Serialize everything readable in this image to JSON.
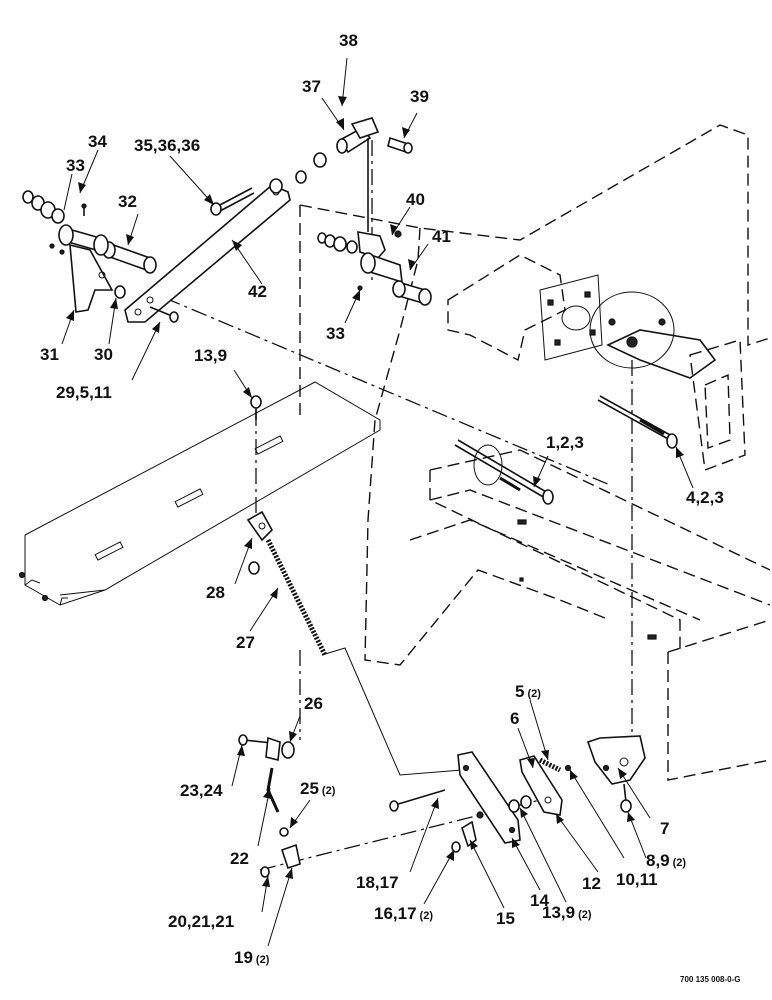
{
  "diagram": {
    "callouts": [
      {
        "id": "c38",
        "text": "38"
      },
      {
        "id": "c37",
        "text": "37"
      },
      {
        "id": "c39",
        "text": "39"
      },
      {
        "id": "c34",
        "text": "34"
      },
      {
        "id": "c33a",
        "text": "33"
      },
      {
        "id": "c35",
        "text": "35,36,36"
      },
      {
        "id": "c32",
        "text": "32"
      },
      {
        "id": "c40",
        "text": "40"
      },
      {
        "id": "c41",
        "text": "41"
      },
      {
        "id": "c42",
        "text": "42"
      },
      {
        "id": "c33b",
        "text": "33"
      },
      {
        "id": "c31",
        "text": "31"
      },
      {
        "id": "c30",
        "text": "30"
      },
      {
        "id": "c29",
        "text": "29,5,11"
      },
      {
        "id": "c13a",
        "text": "13,9"
      },
      {
        "id": "c123",
        "text": "1,2,3"
      },
      {
        "id": "c423",
        "text": "4,2,3"
      },
      {
        "id": "c28",
        "text": "28"
      },
      {
        "id": "c27",
        "text": "27"
      },
      {
        "id": "c26",
        "text": "26"
      },
      {
        "id": "c2324",
        "text": "23,24"
      },
      {
        "id": "c25",
        "text": "25",
        "sub": "(2)"
      },
      {
        "id": "c22",
        "text": "22"
      },
      {
        "id": "c20",
        "text": "20,21,21"
      },
      {
        "id": "c19",
        "text": "19",
        "sub": "(2)"
      },
      {
        "id": "c5",
        "text": "5",
        "sub": "(2)"
      },
      {
        "id": "c6",
        "text": "6"
      },
      {
        "id": "c7",
        "text": "7"
      },
      {
        "id": "c89",
        "text": "8,9",
        "sub": "(2)"
      },
      {
        "id": "c1011",
        "text": "10,11"
      },
      {
        "id": "c12",
        "text": "12"
      },
      {
        "id": "c1817",
        "text": "18,17"
      },
      {
        "id": "c139b",
        "text": "13,9",
        "sub": "(2)"
      },
      {
        "id": "c14",
        "text": "14"
      },
      {
        "id": "c1617",
        "text": "16,17",
        "sub": "(2)"
      },
      {
        "id": "c15",
        "text": "15"
      }
    ],
    "drawing_code": "700 135 008-0-G"
  }
}
